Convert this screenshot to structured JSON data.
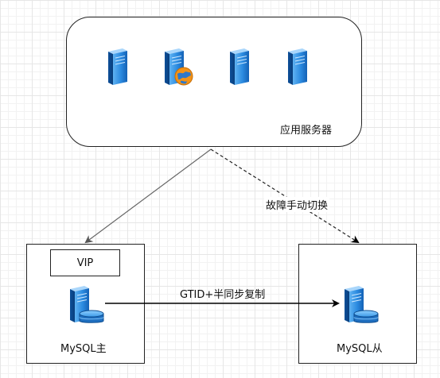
{
  "nodes": {
    "app_servers": {
      "label": "应用服务器"
    },
    "mysql_master": {
      "label": "MySQL主",
      "vip": "VIP"
    },
    "mysql_slave": {
      "label": "MySQL从"
    }
  },
  "edges": {
    "failover": {
      "label": "故障手动切换"
    },
    "replication": {
      "label": "GTID+半同步复制"
    }
  },
  "icons": [
    "server-icon",
    "server-globe-icon",
    "server-icon",
    "server-icon",
    "database-server-icon",
    "database-server-icon"
  ],
  "colors": {
    "server_blue": "#1f7fd6",
    "database_blue": "#1a73c7",
    "globe_orange": "#f29318"
  }
}
